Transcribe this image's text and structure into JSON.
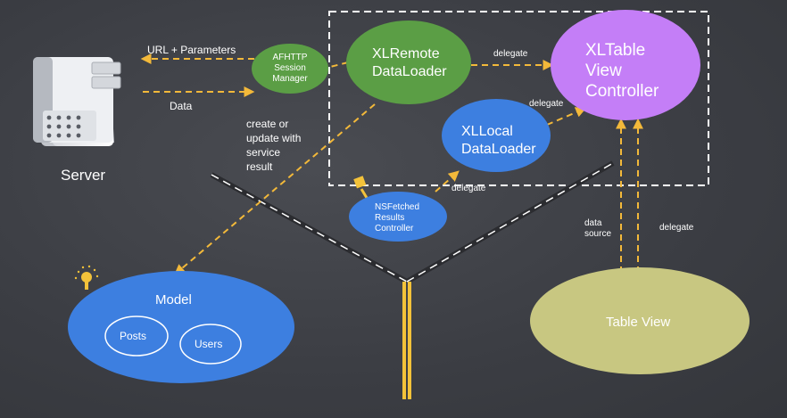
{
  "nodes": {
    "server": "Server",
    "afhttp": [
      "AFHTTP",
      "Session",
      "Manager"
    ],
    "xlremote": [
      "XLRemote",
      "DataLoader"
    ],
    "xltable": [
      "XLTable",
      "View",
      "Controller"
    ],
    "xllocal": [
      "XLLocal",
      "DataLoader"
    ],
    "nsfetched": [
      "NSFetched",
      "Results",
      "Controller"
    ],
    "model": "Model",
    "posts": "Posts",
    "users": "Users",
    "tableview": "Table View"
  },
  "edges": {
    "url_params": "URL + Parameters",
    "data": "Data",
    "delegate_remote": "delegate",
    "delegate_local": "delegate",
    "delegate_fetched": "delegate",
    "create_update": [
      "create or",
      "update with",
      "service",
      "result"
    ],
    "data_source": [
      "data",
      "source"
    ],
    "delegate_tableview": "delegate"
  },
  "colors": {
    "background": "#3e4046",
    "green": "#5b9e45",
    "purple": "#c47ef7",
    "blue": "#3d7fe0",
    "olive": "#c8c781",
    "arrow": "#f3b93a"
  }
}
